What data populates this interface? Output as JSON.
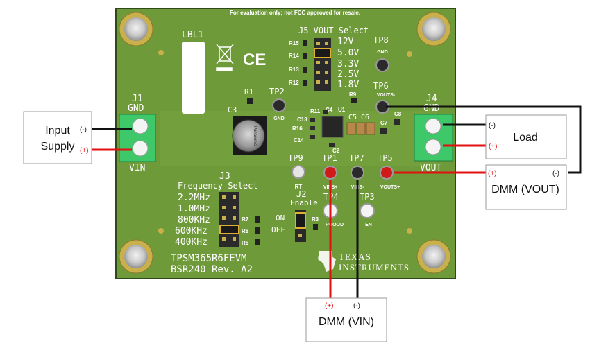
{
  "board": {
    "notice": "For evaluation only; not FCC approved for resale.",
    "name": "TPSM365R6FEVM",
    "revision": "BSR240 Rev. A2",
    "label_area": "LBL1",
    "ce_mark": "CE",
    "brand_line1": "Texas",
    "brand_line2": "Instruments",
    "colors": {
      "pcb": "#6f9a3a",
      "wire_red": "#e01010",
      "wire_black": "#111111",
      "terminal": "#3fc86a"
    }
  },
  "connectors": {
    "j1": {
      "ref": "J1",
      "top": "GND",
      "bottom": "VIN"
    },
    "j4": {
      "ref": "J4",
      "top": "GND",
      "bottom": "VOUT"
    },
    "j5": {
      "title": "J5 VOUT Select",
      "options": [
        "12V",
        "5.0V",
        "3.3V",
        "2.5V",
        "1.8V"
      ],
      "resistors": [
        "R15",
        "R14",
        "R13",
        "R12"
      ]
    },
    "j3": {
      "title1": "J3",
      "title2": "Frequency Select",
      "options": [
        "2.2MHz",
        "1.0MHz",
        "800KHz",
        "600KHz",
        "400KHz"
      ],
      "resistors": [
        "R7",
        "R8",
        "R6"
      ]
    },
    "j2": {
      "ref": "J2",
      "name": "Enable",
      "on": "ON",
      "off": "OFF"
    }
  },
  "testpoints": {
    "tp8": {
      "ref": "TP8",
      "net": "GND"
    },
    "tp6": {
      "ref": "TP6",
      "net": "VOUTS-"
    },
    "tp2": {
      "ref": "TP2",
      "net": "GND"
    },
    "tp9": {
      "ref": "TP9",
      "net": "RT"
    },
    "tp1": {
      "ref": "TP1",
      "net": "VINS+"
    },
    "tp7": {
      "ref": "TP7",
      "net": "VINS-"
    },
    "tp5": {
      "ref": "TP5",
      "net": "VOUTS+"
    },
    "tp4": {
      "ref": "TP4",
      "net": "PGOOD"
    },
    "tp3": {
      "ref": "TP3",
      "net": "EN"
    }
  },
  "components": {
    "r1": "R1",
    "c3": "C3",
    "r9": "R9",
    "r11": "R11",
    "c4": "C4",
    "u1": "U1",
    "c13": "C13",
    "r16": "R16",
    "c14": "C14",
    "c5": "C5",
    "c6": "C6",
    "c7": "C7",
    "c8": "C8",
    "c2": "C2",
    "r3": "R3",
    "cap_brand": "Panasonic"
  },
  "external": {
    "input_supply": {
      "line1": "Input",
      "line2": "Supply",
      "neg": "(-)",
      "pos": "(+)"
    },
    "load": {
      "label": "Load",
      "neg": "(-)",
      "pos": "(+)"
    },
    "dmm_vout": {
      "label": "DMM (VOUT)",
      "pos": "(+)",
      "neg": "(-)"
    },
    "dmm_vin": {
      "label": "DMM (VIN)",
      "pos": "(+)",
      "neg": "(-)"
    }
  }
}
